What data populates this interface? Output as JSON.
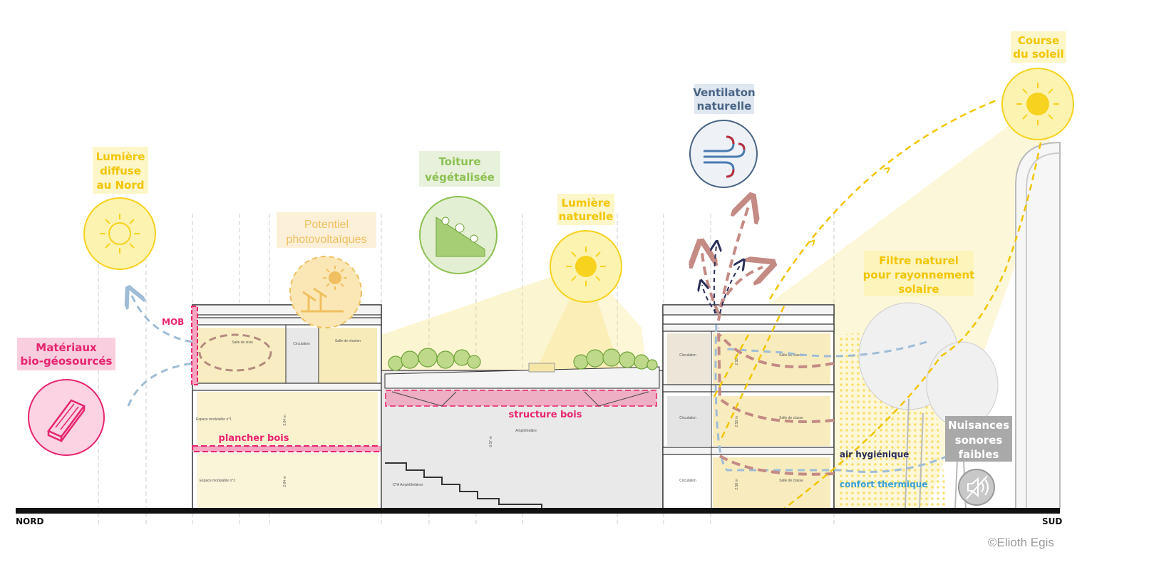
{
  "orientation": {
    "north": "NORD",
    "south": "SUD"
  },
  "credit": "©Elioth Egis",
  "callouts": {
    "diffuse_light": {
      "lines": [
        "Lumière",
        "diffuse",
        "au Nord"
      ],
      "icon": "sun-outline-icon"
    },
    "photovoltaic": {
      "lines": [
        "Potentiel",
        "photovoltaïques"
      ],
      "icon": "solar-panel-icon"
    },
    "green_roof": {
      "lines": [
        "Toiture",
        "végétalisée"
      ],
      "icon": "green-roof-icon"
    },
    "natural_light": {
      "lines": [
        "Lumière",
        "naturelle"
      ],
      "icon": "sun-icon"
    },
    "ventilation": {
      "lines": [
        "Ventilaton",
        "naturelle"
      ],
      "icon": "wind-icon"
    },
    "sun_path": {
      "lines": [
        "Course",
        "du soleil"
      ],
      "icon": "sun-icon"
    },
    "solar_filter": {
      "lines": [
        "Filtre naturel",
        "pour rayonnement",
        "solaire"
      ]
    },
    "noise": {
      "lines": [
        "Nuisances",
        "sonores",
        "faibles"
      ],
      "icon": "mute-speaker-icon"
    },
    "materials": {
      "lines": [
        "Matériaux",
        "bio-géosourcés"
      ],
      "icon": "timber-plank-icon"
    }
  },
  "annotations": {
    "mob": "MOB",
    "wood_floor": "plancher bois",
    "wood_structure": "structure bois",
    "hygienic_air": "air hygiénique",
    "thermal_comfort": "confort thermique"
  },
  "rooms": {
    "video_room": "Salle de visio",
    "circulation": "Circulation",
    "meeting_room": "Salle de réunion",
    "modular_1": "Espace modulable n°1",
    "modular_2": "Espace modulable n°2",
    "amphitheatre": "Amphithéâtre",
    "cta": "CTA Amphithéâtres",
    "classroom": "Salle de classe"
  },
  "dimensions": {
    "left_floor_height": "2.64 m",
    "amphi_height": "6.57 m",
    "right_floor_height": "2.58 m"
  },
  "colors": {
    "yellow": "#f7d21e",
    "pink": "#e8246f",
    "green": "#8cc152",
    "navy": "#2b2f5a",
    "blue": "#3aa0d0",
    "gray": "#a9a9a9"
  }
}
